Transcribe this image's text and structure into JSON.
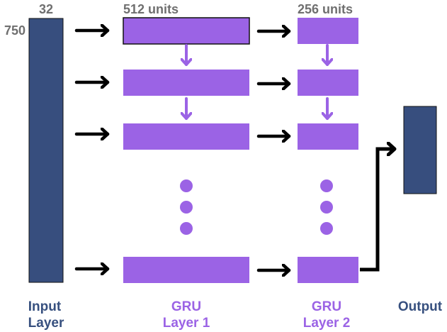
{
  "input_layer": {
    "width_label": "32",
    "height_label": "750",
    "name_line1": "Input",
    "name_line2": "Layer"
  },
  "gru_layer_1": {
    "units_label": "512 units",
    "name_line1": "GRU",
    "name_line2": "Layer 1"
  },
  "gru_layer_2": {
    "units_label": "256 units",
    "name_line1": "GRU",
    "name_line2": "Layer 2"
  },
  "output_layer": {
    "name": "Output"
  },
  "colors": {
    "navy_block": "#374e7e",
    "purple_block": "#9b63e5",
    "arrow": "#000000",
    "dimension_text": "#6f6f6f",
    "navy_text": "#37507f",
    "purple_text": "#9b63e5"
  },
  "icons": {
    "flow_arrow": "right-arrow-icon",
    "recurrent_arrow": "down-arrow-icon",
    "ellipsis": "vertical-ellipsis-dots"
  }
}
